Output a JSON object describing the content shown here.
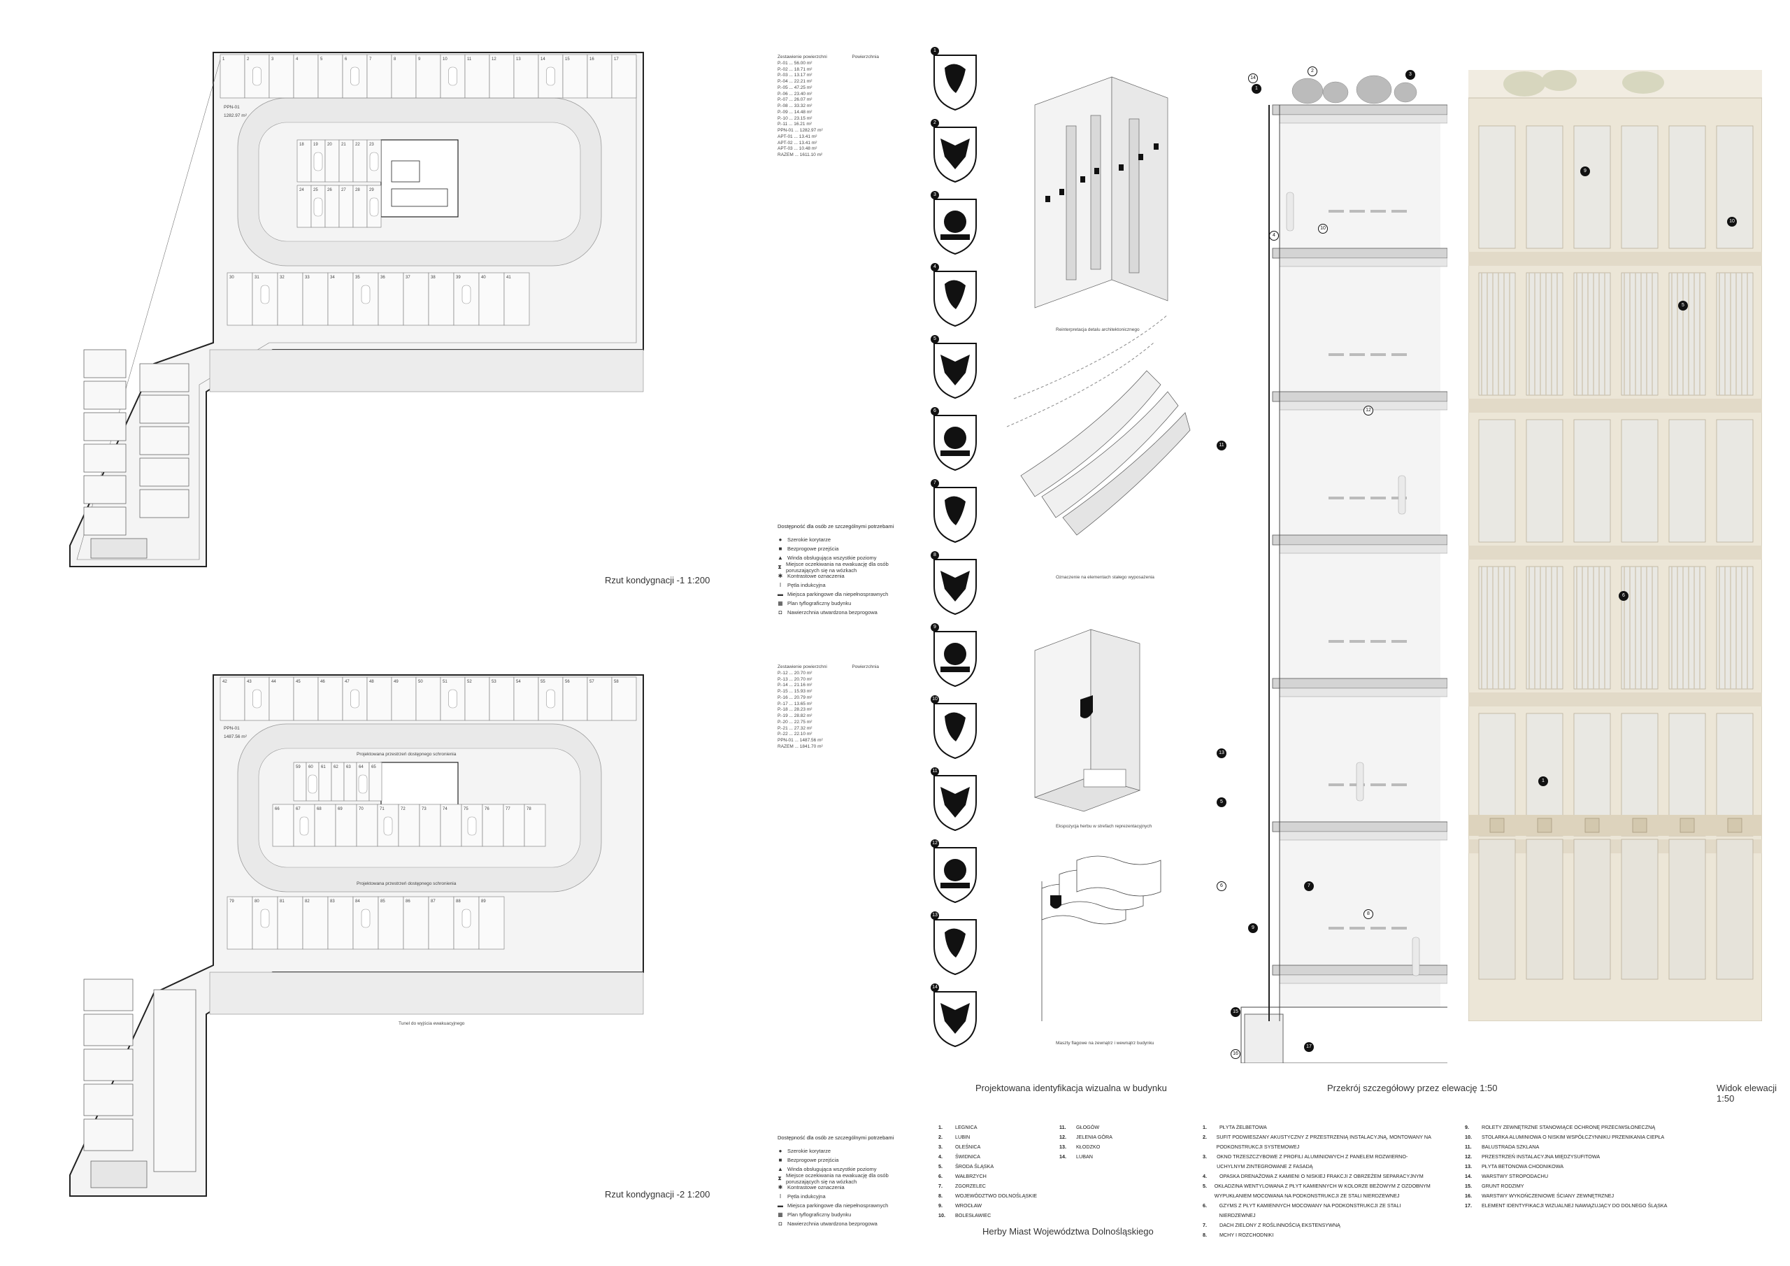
{
  "plans": {
    "level_minus1": {
      "caption": "Rzut kondygnacji -1 1:200",
      "zone_label": "PPN-01",
      "zone_area": "1282.97 m²",
      "row_top": [
        "1",
        "2",
        "3",
        "4",
        "5",
        "6",
        "7",
        "8",
        "9",
        "10",
        "11",
        "12",
        "13",
        "14",
        "15",
        "16",
        "17"
      ],
      "row_mid_a": [
        "18",
        "19",
        "20",
        "21",
        "22",
        "23"
      ],
      "row_mid_b": [
        "24",
        "25",
        "26",
        "27",
        "28",
        "29"
      ],
      "row_bottom": [
        "30",
        "31",
        "32",
        "33",
        "34",
        "35",
        "36",
        "37",
        "38",
        "39",
        "40",
        "41"
      ]
    },
    "level_minus2": {
      "caption": "Rzut kondygnacji -2 1:200",
      "zone_label": "PPN-01",
      "zone_area": "1487.56 m²",
      "row_top": [
        "42",
        "43",
        "44",
        "45",
        "46",
        "47",
        "48",
        "49",
        "50",
        "51",
        "52",
        "53",
        "54",
        "55",
        "56",
        "57",
        "58"
      ],
      "row_mid_a": [
        "59",
        "60",
        "61",
        "62",
        "63",
        "64",
        "65"
      ],
      "row_mid_b": [
        "66",
        "67",
        "68",
        "69",
        "70",
        "71",
        "72",
        "73",
        "74",
        "75",
        "76",
        "77",
        "78"
      ],
      "row_bottom": [
        "79",
        "80",
        "81",
        "82",
        "83",
        "84",
        "85",
        "86",
        "87",
        "88",
        "89"
      ],
      "note_a": "Projektowana przestrzeń dostępnego schronienia",
      "note_b": "Projektowana przestrzeń dostępnego schronienia",
      "note_tunnel": "Tunel do wyjścia ewakuacyjnego"
    }
  },
  "legend": {
    "title": "Dostępność dla osób ze szczególnymi potrzebami",
    "items": [
      {
        "symbol": "●",
        "label": "Szerokie korytarze"
      },
      {
        "symbol": "■",
        "label": "Bezprogowe przejścia"
      },
      {
        "symbol": "▲",
        "label": "Winda obsługująca wszystkie poziomy"
      },
      {
        "symbol": "⧗",
        "label": "Miejsce oczekiwania na ewakuację dla osób poruszających się na wózkach"
      },
      {
        "symbol": "✱",
        "label": "Kontrastowe oznaczenia"
      },
      {
        "symbol": "ǀ",
        "label": "Pętla indukcyjna"
      },
      {
        "symbol": "▬",
        "label": "Miejsca parkingowe dla niepełnosprawnych"
      },
      {
        "symbol": "▦",
        "label": "Plan tyflograficzny budynku"
      },
      {
        "symbol": "◘",
        "label": "Nawierzchnia utwardzona bezprogowa"
      }
    ]
  },
  "area_table_1": {
    "header": [
      "Zestawienie powierzchni",
      "Powierzchnia"
    ],
    "rows": [
      "P.-01 ... 56.00 m²",
      "P.-02 ... 18.71 m²",
      "P.-03 ... 13.17 m²",
      "P.-04 ... 22.21 m²",
      "P.-05 ... 47.25 m²",
      "P.-06 ... 23.40 m²",
      "P.-07 ... 26.07 m²",
      "P.-08 ... 33.32 m²",
      "P.-09 ... 14.48 m²",
      "P.-10 ... 23.15 m²",
      "P.-11 ... 16.21 m²",
      "PPN-01 ... 1282.97 m²",
      "APT-01 ... 13.41 m²",
      "APT-02 ... 13.41 m²",
      "APT-03 ... 10.48 m²",
      "RAZEM ... 1611.10 m²"
    ]
  },
  "area_table_2": {
    "header": [
      "Zestawienie powierzchni",
      "Powierzchnia"
    ],
    "rows": [
      "P.-12 ... 20.70 m²",
      "P.-13 ... 20.70 m²",
      "P.-14 ... 21.16 m²",
      "P.-15 ... 15.93 m²",
      "P.-16 ... 20.79 m²",
      "P.-17 ... 13.65 m²",
      "P.-18 ... 28.23 m²",
      "P.-19 ... 28.82 m²",
      "P.-20 ... 22.75 m²",
      "P.-21 ... 27.32 m²",
      "P.-22 ... 22.10 m²",
      "PPN-01 ... 1487.56 m²",
      "RAZEM ... 1841.70 m²"
    ]
  },
  "identity_section": {
    "caption": "Projektowana identyfikacja wizualna w budynku",
    "detail_captions": [
      "Reinterpretacja detalu architektonicznego",
      "Oznaczenie na elementach stałego wyposażenia",
      "Ekspozycja herbu w strefach reprezentacyjnych",
      "Maszty flagowe na zewnątrz i wewnątrz budynku"
    ],
    "shield_numbers": [
      "1",
      "2",
      "3",
      "4",
      "5",
      "6",
      "7",
      "8",
      "9",
      "10",
      "11",
      "12",
      "13",
      "14"
    ]
  },
  "coats_of_arms": {
    "caption": "Herby Miast Województwa Dolnośląskiego",
    "col1": [
      {
        "n": "1.",
        "name": "LEGNICA"
      },
      {
        "n": "2.",
        "name": "LUBIN"
      },
      {
        "n": "3.",
        "name": "OLEŚNICA"
      },
      {
        "n": "4.",
        "name": "ŚWIDNICA"
      },
      {
        "n": "5.",
        "name": "ŚRODA ŚLĄSKA"
      },
      {
        "n": "6.",
        "name": "WAŁBRZYCH"
      },
      {
        "n": "7.",
        "name": "ZGORZELEC"
      },
      {
        "n": "8.",
        "name": "WOJEWÓDZTWO DOLNOŚLĄSKIE"
      },
      {
        "n": "9.",
        "name": "WROCŁAW"
      },
      {
        "n": "10.",
        "name": "BOLESŁAWIEC"
      }
    ],
    "col2": [
      {
        "n": "11.",
        "name": "GŁOGÓW"
      },
      {
        "n": "12.",
        "name": "JELENIA GÓRA"
      },
      {
        "n": "13.",
        "name": "KŁODZKO"
      },
      {
        "n": "14.",
        "name": "LUBAN"
      }
    ]
  },
  "section": {
    "caption": "Przekrój szczegółowy przez elewację 1:50",
    "markers": [
      "1",
      "2",
      "3",
      "4",
      "5",
      "6",
      "7",
      "8",
      "9",
      "10",
      "11",
      "12",
      "13",
      "14",
      "15",
      "16",
      "17"
    ],
    "legend_col1": [
      {
        "n": "1.",
        "text": "PŁYTA ŻELBETOWA"
      },
      {
        "n": "2.",
        "text": "SUFIT PODWIESZANY AKUSTYCZNY Z PRZESTRZENIĄ INSTALACYJNĄ, MONTOWANY NA PODKONSTRUKCJI SYSTEMOWEJ"
      },
      {
        "n": "3.",
        "text": "OKNO TRZESZCZYBOWE Z PROFILI ALUMINIOWYCH Z PANELEM ROZWIERNO-UCHYLNYM ZINTEGROWANE Z FASADĄ"
      },
      {
        "n": "4.",
        "text": "OPASKA DRENAŻOWA Z KAMIENI O NISKIEJ FRAKCJI Z OBRZEŻEM SEPARACYJNYM"
      },
      {
        "n": "5.",
        "text": "OKŁADZINA WENTYLOWANA Z PŁYT KAMIENNYCH W KOLORZE BEŻOWYM Z OZDOBNYM WYPUKŁANIEM MOCOWANA NA PODKONSTRUKCJI ZE STALI NIERDZEWNEJ"
      },
      {
        "n": "6.",
        "text": "GZYMS Z PŁYT KAMIENNYCH MOCOWANY NA PODKONSTRUKCJI ZE STALI NIERDZEWNEJ"
      },
      {
        "n": "7.",
        "text": "DACH ZIELONY Z ROŚLINNOŚCIĄ EKSTENSYWNĄ"
      },
      {
        "n": "8.",
        "text": "MCHY I ROZCHODNIKI"
      }
    ],
    "legend_col2": [
      {
        "n": "9.",
        "text": "ROLETY ZEWNĘTRZNE STANOWIĄCE OCHRONĘ PRZECIWSŁONECZNĄ"
      },
      {
        "n": "10.",
        "text": "STOLARKA ALUMINIOWA O NISKIM WSPÓŁCZYNNIKU PRZENIKANIA CIEPŁA"
      },
      {
        "n": "11.",
        "text": "BALUSTRADA SZKLANA"
      },
      {
        "n": "12.",
        "text": "PRZESTRZEŃ INSTALACYJNA MIĘDZYSUFITOWA"
      },
      {
        "n": "13.",
        "text": "PŁYTA BETONOWA CHODNIKOWA"
      },
      {
        "n": "14.",
        "text": "WARSTWY STROPODACHU"
      },
      {
        "n": "15.",
        "text": "GRUNT RODZIMY"
      },
      {
        "n": "16.",
        "text": "WARSTWY WYKOŃCZENIOWE ŚCIANY ZEWNĘTRZNEJ"
      },
      {
        "n": "17.",
        "text": "ELEMENT IDENTYFIKACJI WIZUALNEJ NAWIĄZUJĄCY DO DOLNEGO ŚLĄSKA"
      }
    ]
  },
  "elevation": {
    "caption": "Widok elewacji 1:50",
    "markers": [
      "1",
      "5",
      "6",
      "9",
      "10"
    ]
  }
}
